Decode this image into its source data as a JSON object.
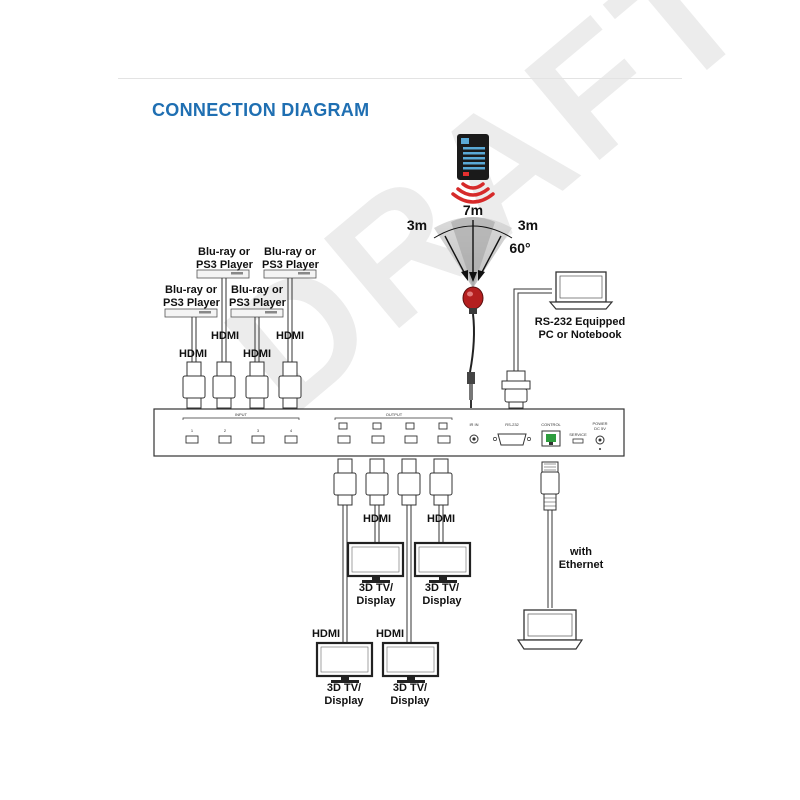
{
  "title": "CONNECTION DIAGRAM",
  "watermark": "DRAFT",
  "sources": {
    "player_label": "Blu-ray or\nPS3 Player",
    "cable_label": "HDMI"
  },
  "ir": {
    "range_center": "7m",
    "range_left": "3m",
    "range_right": "3m",
    "angle": "60°"
  },
  "pc": {
    "label": "RS-232 Equipped\nPC or Notebook"
  },
  "ethernet": {
    "label": "with\nEthernet"
  },
  "displays": {
    "label": "3D TV/\nDisplay",
    "cable_label": "HDMI"
  },
  "panel": {
    "input_label": "INPUT",
    "output_label": "OUTPUT",
    "port_numbers": [
      "1",
      "2",
      "3",
      "4"
    ],
    "ir_in": "IR IN",
    "rs232": "RS-232",
    "control": "CONTROL",
    "service": "SERVICE",
    "power": "POWER\nDC 5V"
  }
}
